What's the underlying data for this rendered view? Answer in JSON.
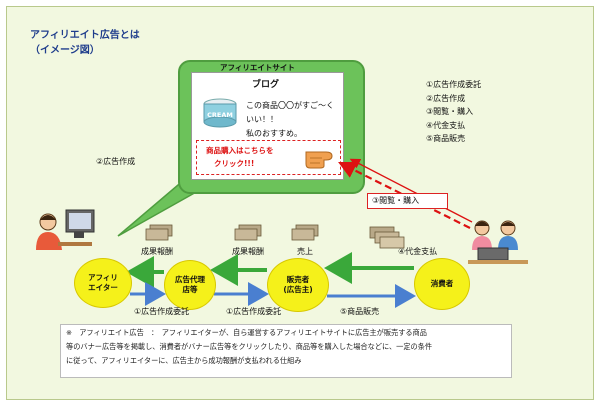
{
  "title": {
    "line1": "アフィリエイト広告とは",
    "line2": "（イメージ図）"
  },
  "site": {
    "label": "アフィリエイトサイト",
    "blog_title": "ブログ",
    "blog_lines": [
      "この商品〇〇がすご～く",
      "いい！！",
      "私のおすすめ。"
    ],
    "cream_text": "CREAM",
    "ad_line1": "商品購入はこちらを",
    "ad_line2": "クリック!!!"
  },
  "steps": [
    "①広告作成委託",
    "②広告作成",
    "③閲覧・購入",
    "④代金支払",
    "⑤商品販売"
  ],
  "labels": {
    "ad_creation": "②広告作成",
    "view_buy": "③閲覧・購入",
    "reward1": "成果報酬",
    "reward2": "成果報酬",
    "sales": "売上",
    "payment": "④代金支払",
    "commission1": "①広告作成委託",
    "commission2": "①広告作成委託",
    "product_sale": "⑤商品販売"
  },
  "nodes": {
    "affiliator": [
      "アフィリ",
      "エイター"
    ],
    "agency": [
      "広告代理",
      "店等"
    ],
    "seller": [
      "販売者",
      "(広告主)"
    ],
    "consumer": "消費者"
  },
  "note": {
    "line1": "※　アフィリエイト広告　：　アフィリエイターが、自ら運営するアフィリエイトサイトに広告主が販売する商品",
    "line2": "等のバナー広告等を掲載し、消費者がバナー広告等をクリックしたり、商品等を購入した場合などに、一定の条件",
    "line3": "に従って、アフィリエイターに、広告主から成功報酬が支払われる仕組み"
  },
  "colors": {
    "green_arrow": "#3aa83a",
    "blue_arrow": "#4a7fd0",
    "red": "#d11",
    "node_yellow": "#f5f11a",
    "bubble_green": "#6cc25a"
  }
}
